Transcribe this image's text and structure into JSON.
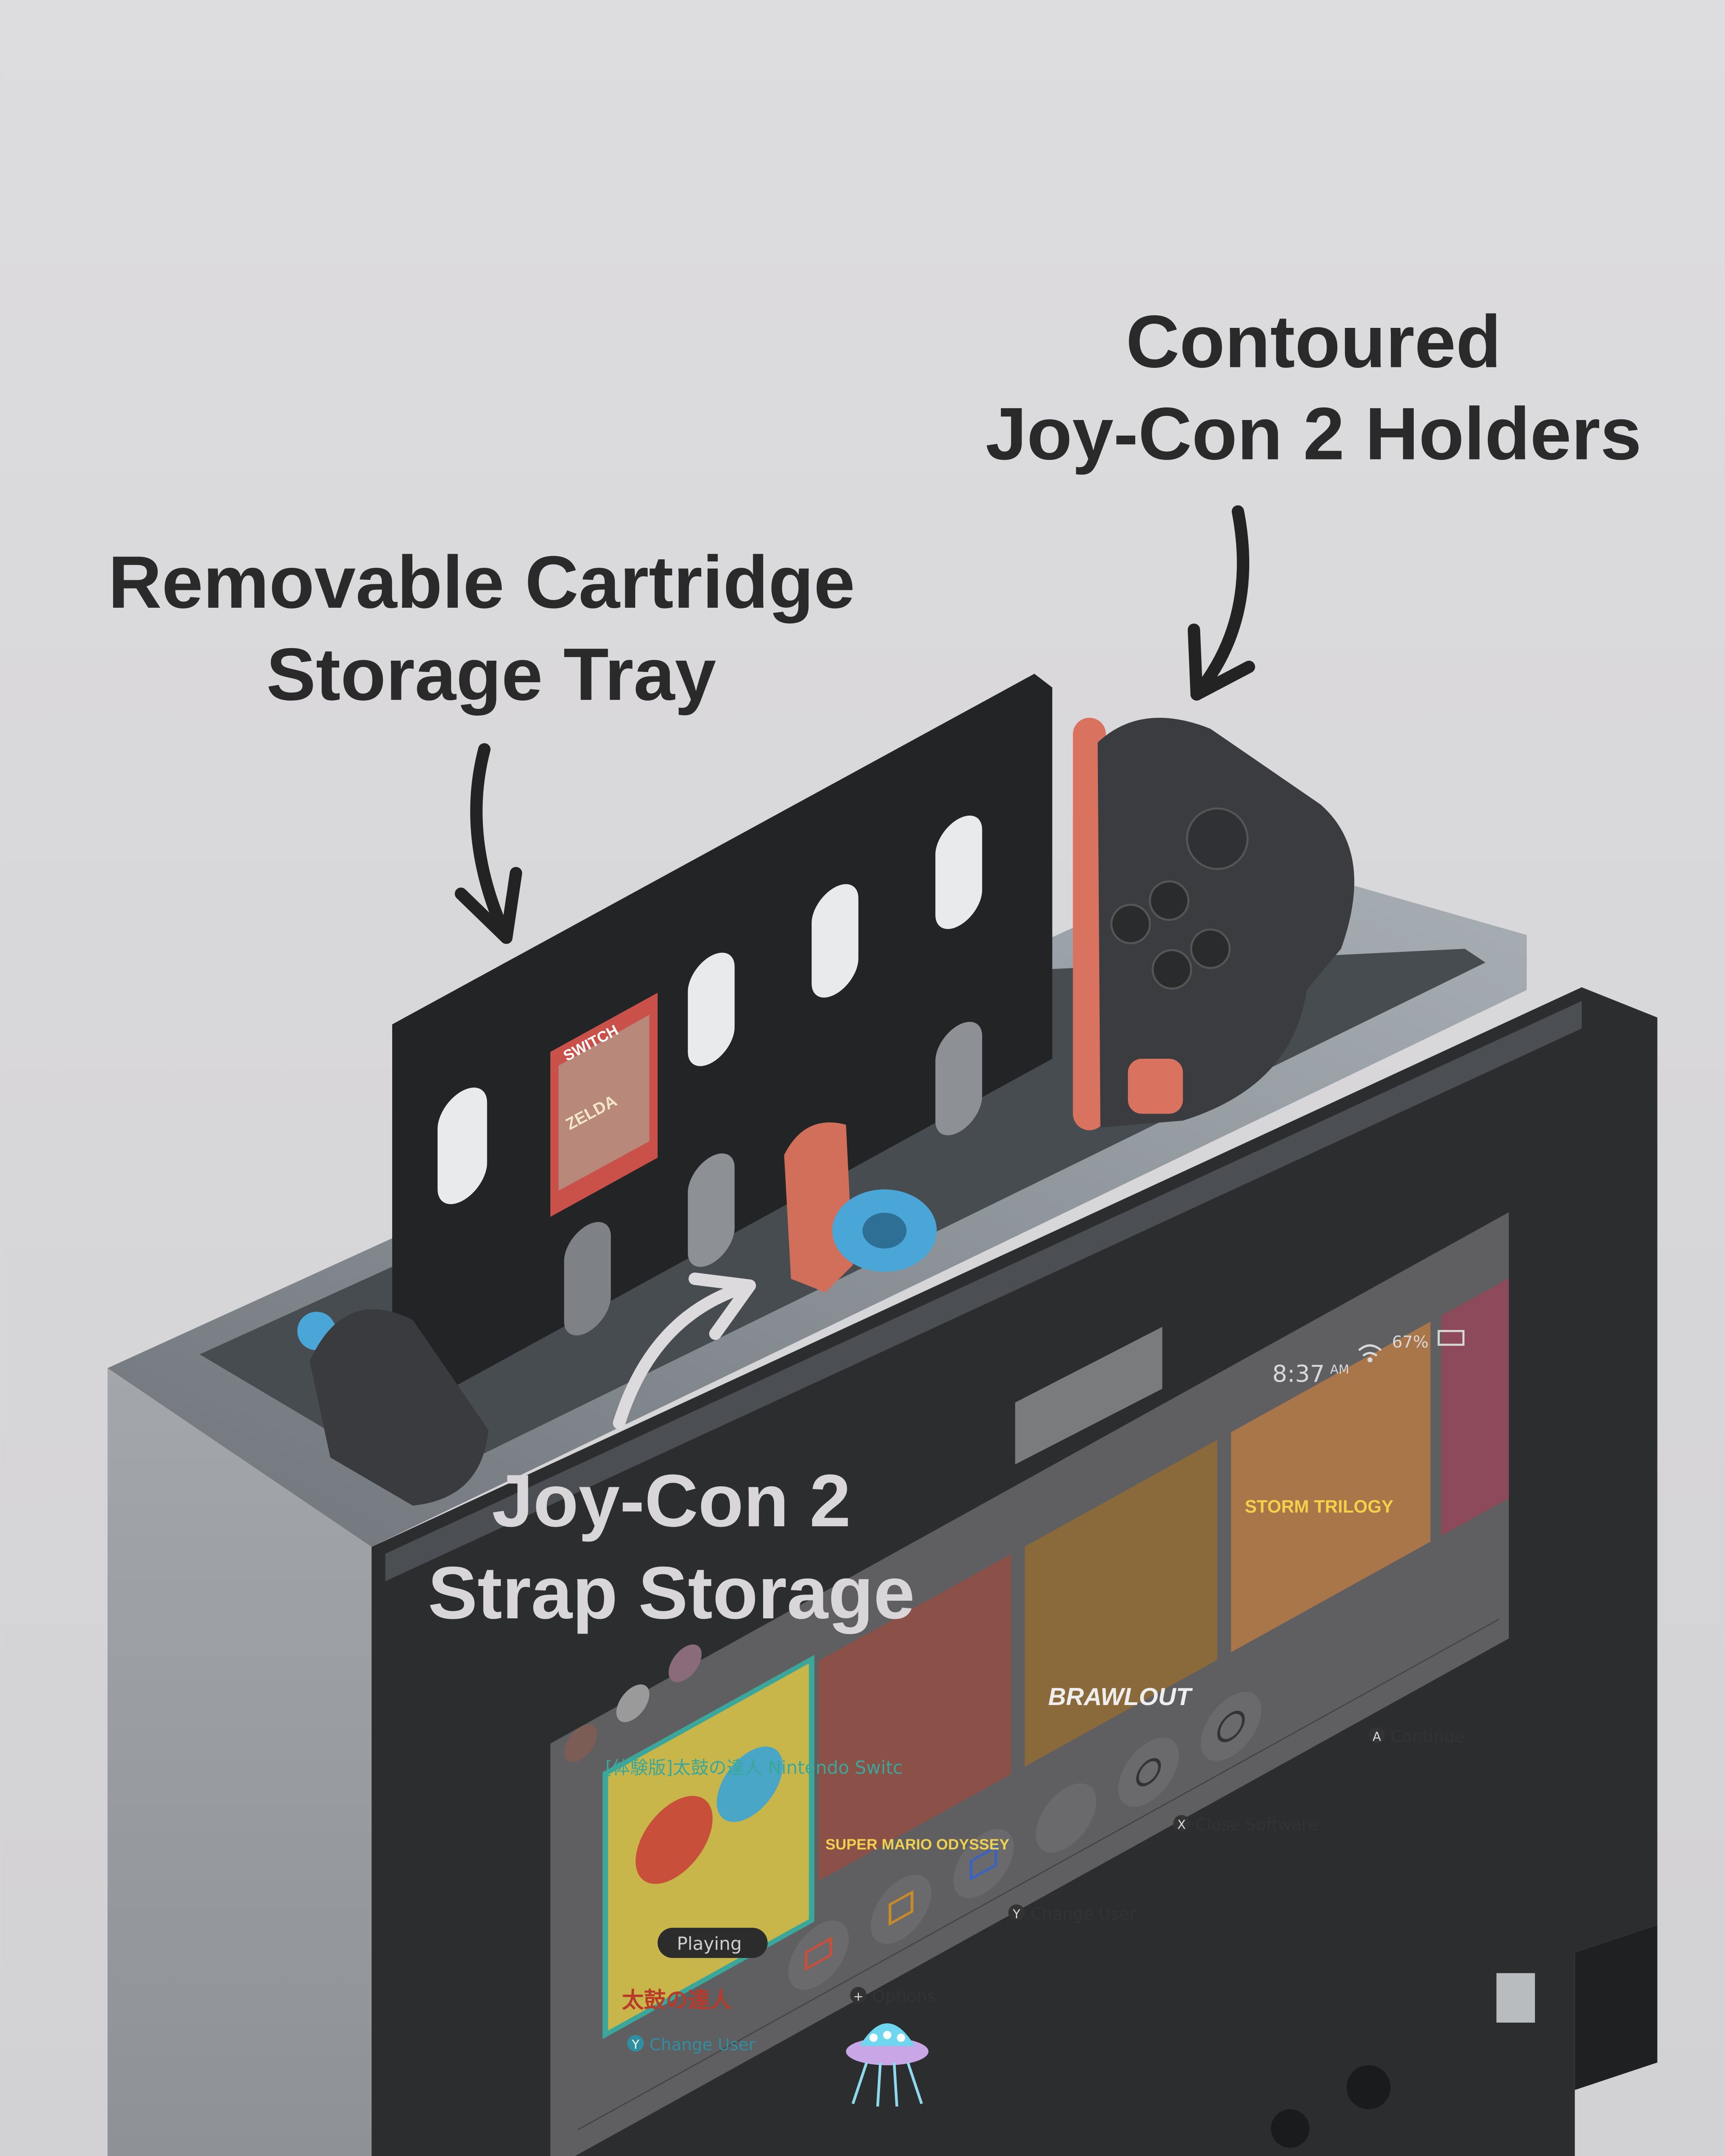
{
  "callouts": {
    "holders": {
      "line1": "Contoured",
      "line2": "Joy-Con 2 Holders"
    },
    "tray": {
      "line1": "Removable Cartridge",
      "line2": "Storage Tray"
    },
    "strap": {
      "line1": "Joy-Con 2",
      "line2": "Strap Storage"
    }
  },
  "cartridge": {
    "brand": "SWITCH",
    "title": "ZELDA"
  },
  "screen": {
    "time": "8:37",
    "ampm": "AM",
    "battery": "67%",
    "selected_game_title": "[体験版]太鼓の達人 Nintendo Switc",
    "playing_badge": "Playing",
    "tile_titles": [
      "太鼓の達人",
      "SUPER MARIO ODYSSEY",
      "BRAWLOUT",
      "STORM TRILOGY"
    ],
    "left_hint": {
      "button": "Y",
      "label": "Change User"
    },
    "footer": [
      {
        "button": "+",
        "label": "Options"
      },
      {
        "button": "Y",
        "label": "Change User"
      },
      {
        "button": "X",
        "label": "Close Software"
      },
      {
        "button": "A",
        "label": "Continue"
      }
    ]
  },
  "colors": {
    "background": "#d9d8da",
    "text_dark": "#2a2a2b",
    "text_light": "#d8d6d8",
    "joycon_red": "#d9735f",
    "joycon_blue": "#4aa6d6",
    "shell": "#9ca0a4",
    "bezel": "#2c2d2f"
  }
}
